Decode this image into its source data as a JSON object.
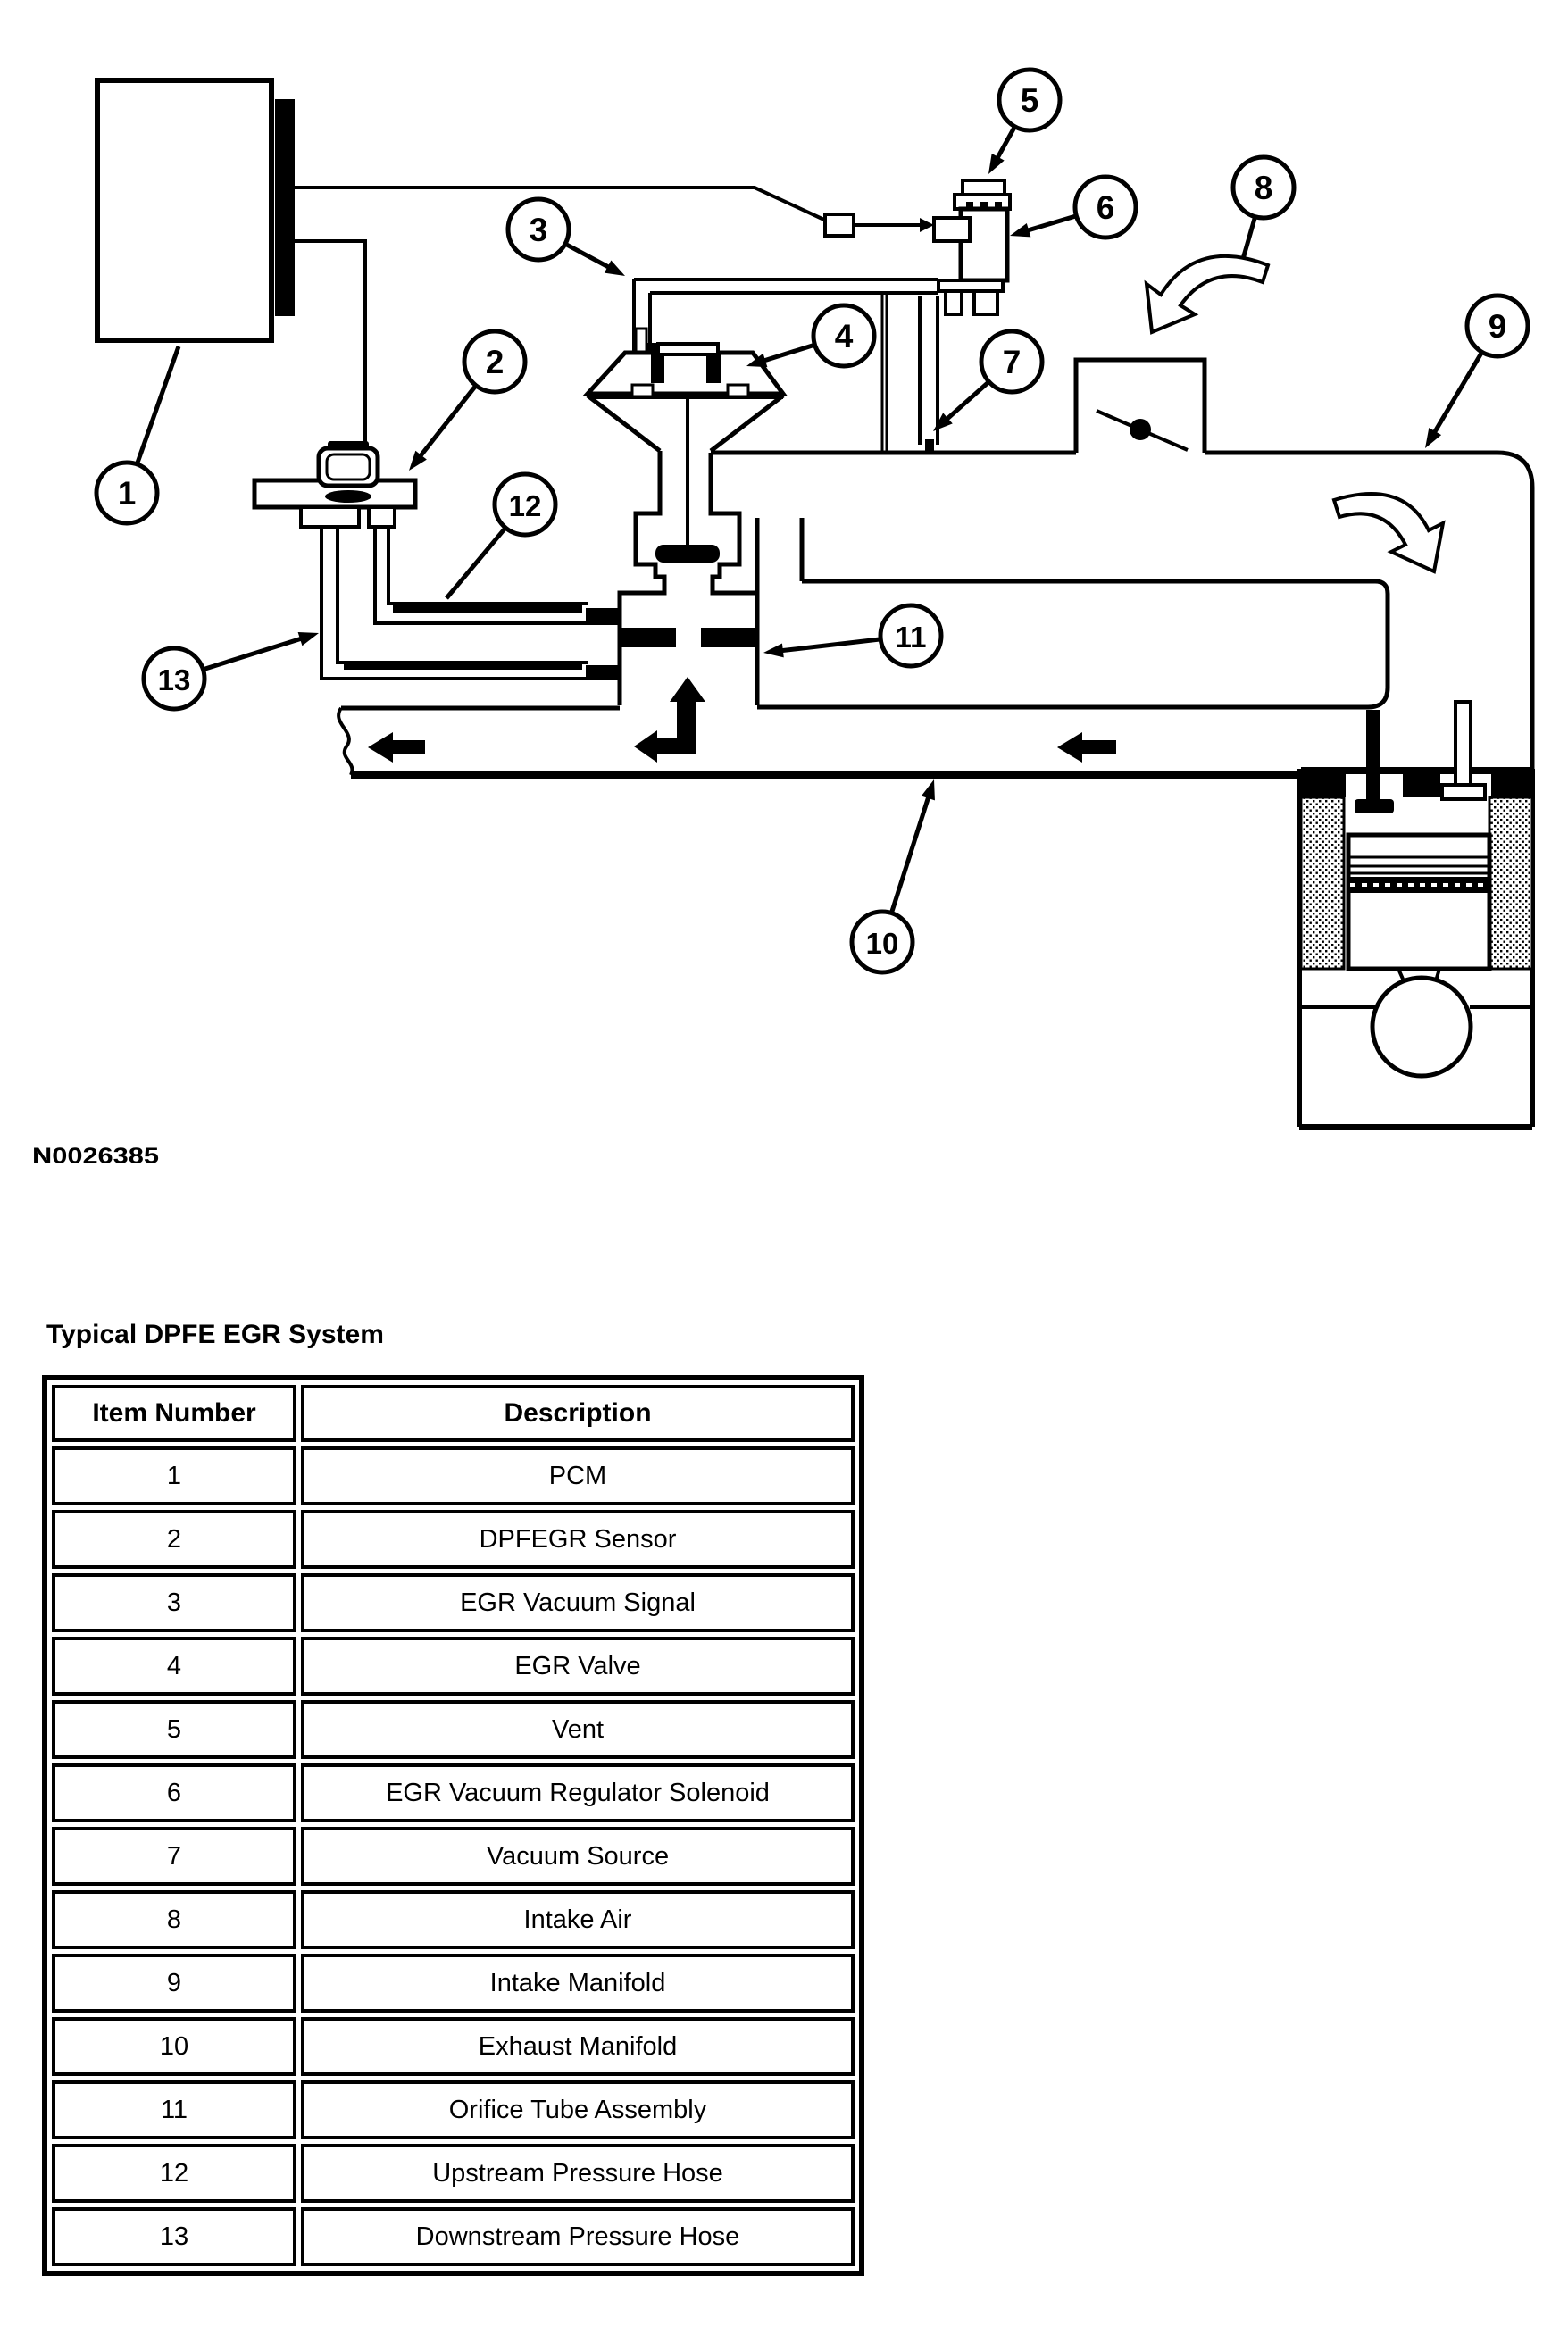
{
  "figure": {
    "name": "egr-system-diagram",
    "ref_code": "N0026385",
    "callout_labels": [
      "1",
      "2",
      "3",
      "4",
      "5",
      "6",
      "7",
      "8",
      "9",
      "10",
      "11",
      "12",
      "13"
    ]
  },
  "caption": {
    "title": "Typical DPFE EGR System"
  },
  "table": {
    "headers": [
      "Item Number",
      "Description"
    ],
    "rows": [
      [
        "1",
        "PCM"
      ],
      [
        "2",
        "DPFEGR Sensor"
      ],
      [
        "3",
        "EGR Vacuum Signal"
      ],
      [
        "4",
        "EGR Valve"
      ],
      [
        "5",
        "Vent"
      ],
      [
        "6",
        "EGR Vacuum Regulator Solenoid"
      ],
      [
        "7",
        "Vacuum Source"
      ],
      [
        "8",
        "Intake Air"
      ],
      [
        "9",
        "Intake Manifold"
      ],
      [
        "10",
        "Exhaust Manifold"
      ],
      [
        "11",
        "Orifice Tube Assembly"
      ],
      [
        "12",
        "Upstream Pressure Hose"
      ],
      [
        "13",
        "Downstream Pressure Hose"
      ]
    ]
  },
  "colors": {
    "ink": "#000000",
    "paper": "#ffffff"
  }
}
